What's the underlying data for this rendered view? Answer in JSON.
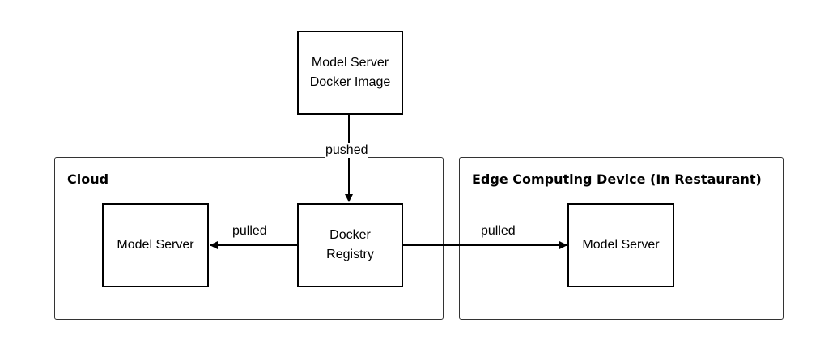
{
  "containers": {
    "cloud": {
      "title": "Cloud"
    },
    "edge": {
      "title": "Edge Computing Device (In Restaurant)"
    }
  },
  "nodes": {
    "docker_image": {
      "label": "Model Server\nDocker Image"
    },
    "registry": {
      "label": "Docker\nRegistry"
    },
    "cloud_model_server": {
      "label": "Model Server"
    },
    "edge_model_server": {
      "label": "Model Server"
    }
  },
  "edges": {
    "image_to_registry": {
      "label": "pushed"
    },
    "registry_to_cloud": {
      "label": "pulled"
    },
    "registry_to_edge": {
      "label": "pulled"
    }
  }
}
